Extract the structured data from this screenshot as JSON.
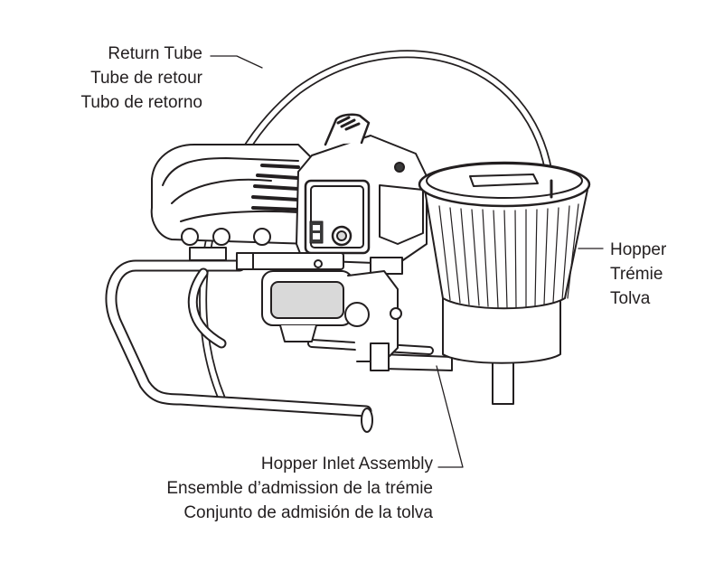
{
  "callouts": {
    "return_tube": {
      "en": "Return Tube",
      "fr": "Tube de retour",
      "es": "Tubo de retorno"
    },
    "hopper": {
      "en": "Hopper",
      "fr": "Trémie",
      "es": "Tolva"
    },
    "hopper_inlet": {
      "en": "Hopper Inlet Assembly",
      "fr": "Ensemble d’admission de la trémie",
      "es": "Conjunto de admisión de la tolva"
    }
  },
  "colors": {
    "line": "#231f20",
    "fill": "#ffffff",
    "shade": "#d9d9d9",
    "dark": "#3a3a3a"
  }
}
